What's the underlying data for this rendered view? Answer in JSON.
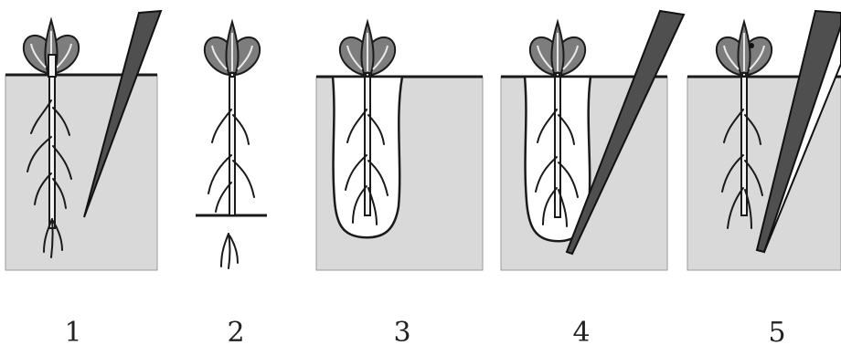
{
  "steps": [
    {
      "id": 1,
      "label": "1"
    },
    {
      "id": 2,
      "label": "2"
    },
    {
      "id": 3,
      "label": "3"
    },
    {
      "id": 4,
      "label": "4"
    },
    {
      "id": 5,
      "label": "5"
    }
  ]
}
